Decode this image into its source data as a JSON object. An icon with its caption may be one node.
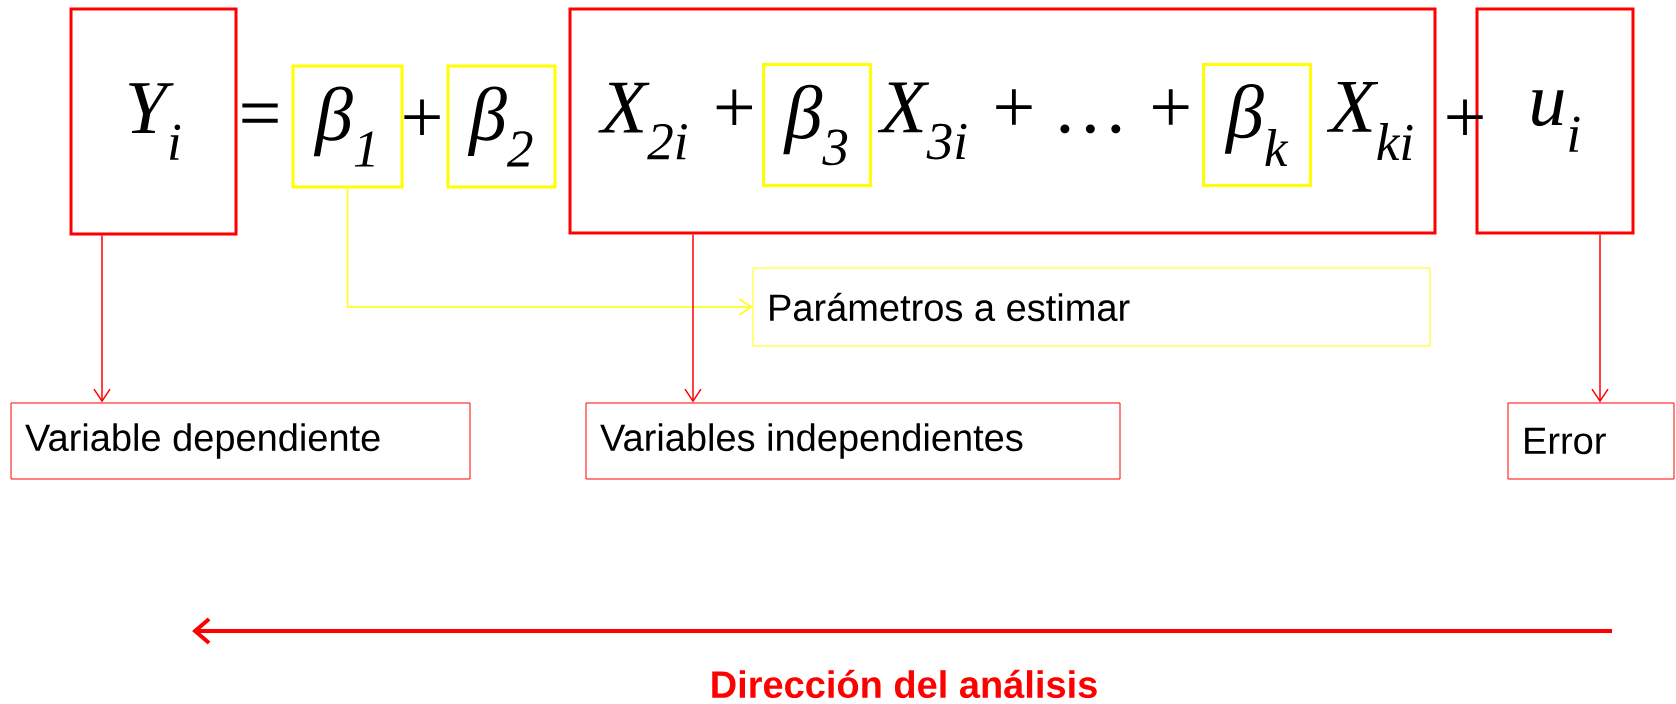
{
  "diagram": {
    "nodes": [
      {
        "text": [
          "Y$_{i}$"
        ]
      },
      {
        "text": [
          "β$_{1}$"
        ]
      },
      {
        "text": [
          "β$_{2}$"
        ]
      },
      {
        "text": [
          "X$_{2i}$ +",
          "X$_{3i}$ + … +",
          "X$_{ki}$"
        ]
      },
      {
        "text": [
          "β$_{3}$"
        ],
        "in": 3
      },
      {
        "text": [
          "β$_{k}$"
        ],
        "in": 3
      },
      {
        "text": [
          "u$_{i}$"
        ]
      },
      {
        "text": [
          "Parámetros a estimar"
        ]
      },
      {
        "text": [
          "Variable dependiente"
        ]
      },
      {
        "text": [
          "Variables independientes"
        ]
      },
      {
        "text": [
          "Error"
        ]
      }
    ],
    "edges": [
      {
        "from": 0,
        "to": 8,
        "arrow": "to"
      },
      {
        "from": 1,
        "to": 7,
        "arrow": "to",
        "color": "#ffff00"
      },
      {
        "from": 3,
        "to": 9,
        "arrow": "to"
      },
      {
        "from": 6,
        "to": 10,
        "arrow": "to"
      }
    ],
    "labels": [
      "=",
      "+",
      "+",
      "Dirección del análisis"
    ]
  }
}
